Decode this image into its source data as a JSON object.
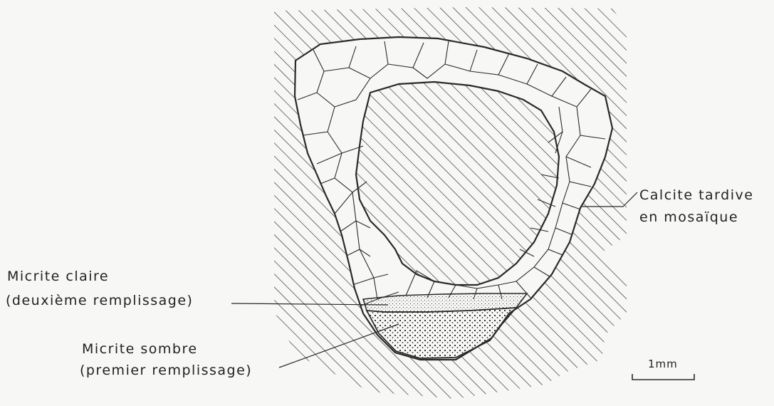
{
  "labels": {
    "calcite_line1": "Calcite tardive",
    "calcite_line2": "en mosaïque",
    "micrite_claire_line1": "Micrite claire",
    "micrite_claire_line2": "(deuxième remplissage)",
    "micrite_sombre_line1": "Micrite sombre",
    "micrite_sombre_line2": "(premier remplissage)"
  },
  "scale_bar": {
    "text": "1mm"
  },
  "colors": {
    "ink": "#2a2a2a",
    "paper": "#f7f7f5"
  }
}
